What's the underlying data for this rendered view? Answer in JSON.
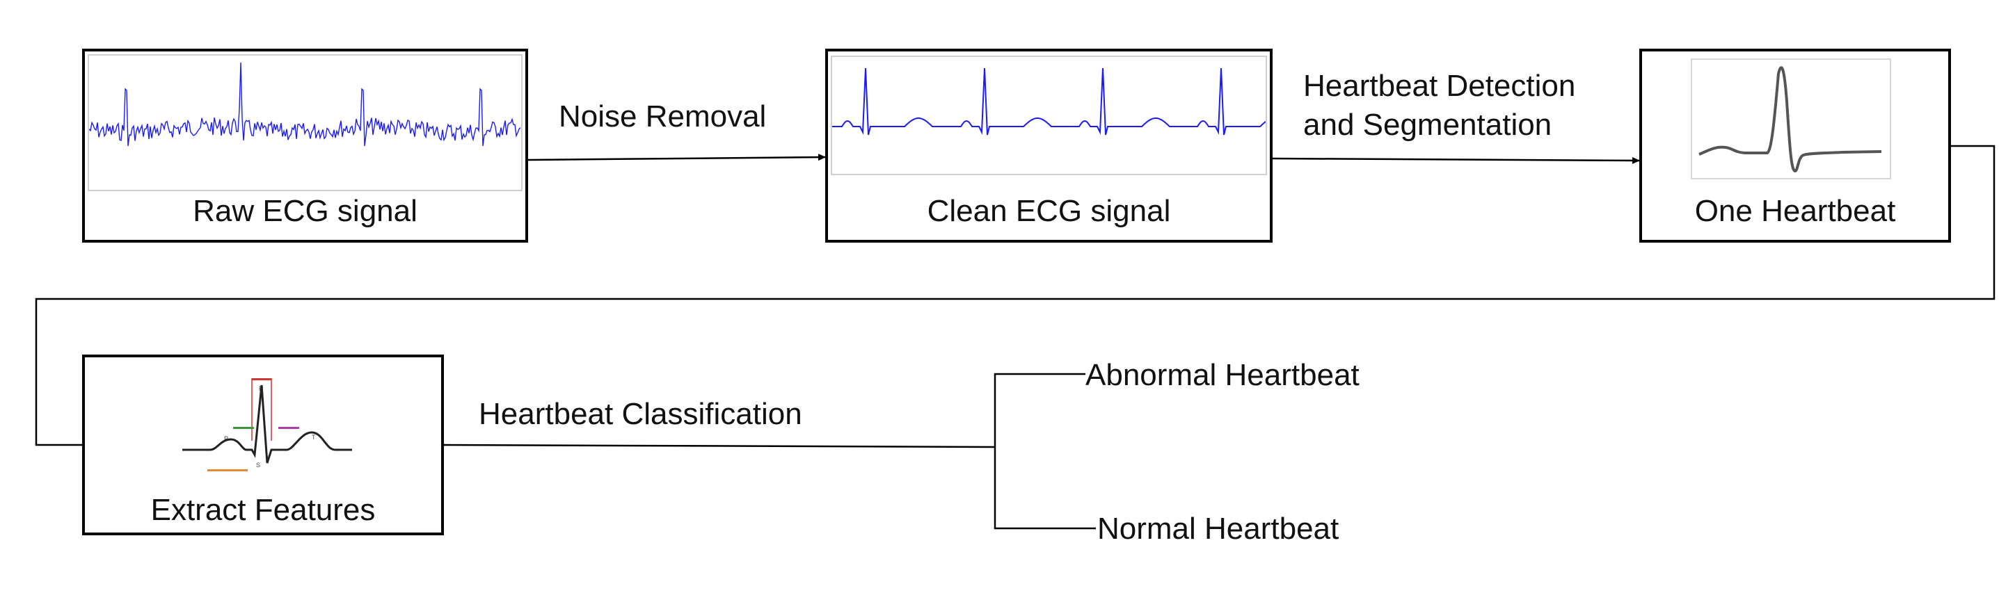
{
  "nodes": {
    "raw": {
      "caption": "Raw ECG signal"
    },
    "clean": {
      "caption": "Clean ECG signal"
    },
    "beat": {
      "caption": "One Heartbeat"
    },
    "features": {
      "caption": "Extract Features"
    }
  },
  "edges": {
    "noise": "Noise Removal",
    "detect_line1": "Heartbeat Detection",
    "detect_line2": "and Segmentation",
    "classify": "Heartbeat Classification"
  },
  "outcomes": {
    "abnormal": "Abnormal Heartbeat",
    "normal": "Normal Heartbeat"
  },
  "colors": {
    "signal": "#1a1aff",
    "beat_trace": "#555555",
    "line": "#000000"
  }
}
